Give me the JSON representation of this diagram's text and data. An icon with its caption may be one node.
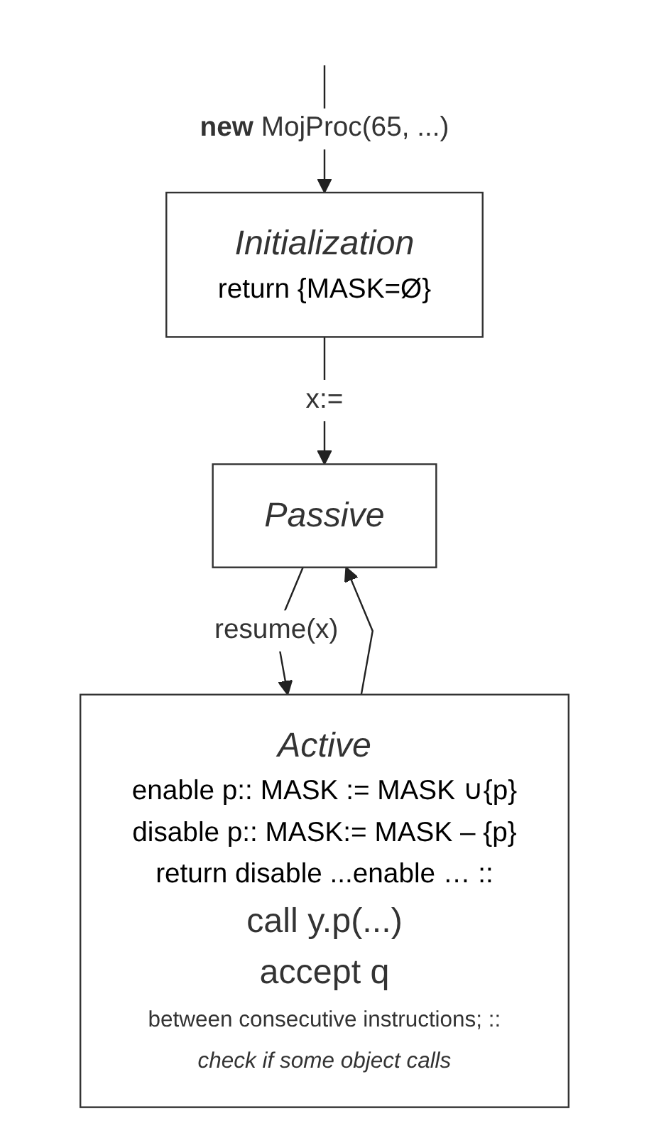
{
  "diagram": {
    "nodes": [
      {
        "text": [
          "Initialization",
          "return {MASK=Ø}"
        ]
      },
      {
        "text": [
          "Passive"
        ]
      },
      {
        "text": [
          "Active",
          "enable p:: MASK := MASK ∪{p}",
          "disable p:: MASK:= MASK – {p}",
          "return disable ...enable … ::",
          "call y.p(...)",
          "accept q",
          "between consecutive instructions; ::",
          "check if some object calls"
        ]
      }
    ],
    "edges": [
      {
        "from": null,
        "to": 0,
        "arrow": "to",
        "label": "**new** MojProc(65, ...)"
      },
      {
        "from": 0,
        "to": 1,
        "arrow": "to",
        "label": "x:="
      },
      {
        "from": 1,
        "to": 2,
        "arrow": "to",
        "label": "resume(x)"
      },
      {
        "from": 2,
        "to": 1,
        "arrow": "to"
      }
    ]
  }
}
